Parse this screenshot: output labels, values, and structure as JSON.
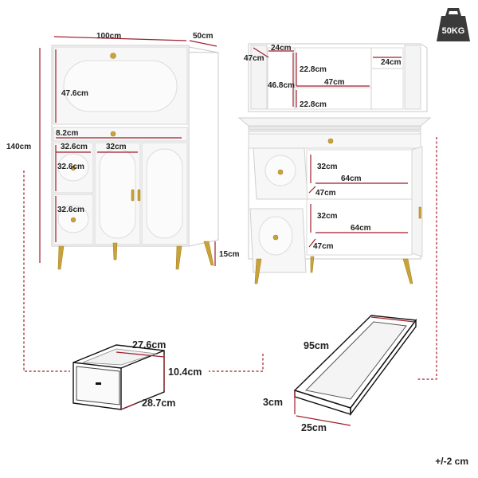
{
  "weight_badge": {
    "label": "50KG",
    "icon": "kettlebell-weight-icon"
  },
  "tolerance": "+/-2 cm",
  "cabinet_closed": {
    "width_label": "100cm",
    "depth_label": "50cm",
    "height_label": "140cm",
    "flap_height_label": "47.6cm",
    "drawer_gap_label": "8.2cm",
    "drawer_column_label": "32.6cm",
    "door_column_label": "32cm",
    "upper_drawer_label": "32.6cm",
    "lower_drawer_label": "32.6cm",
    "leg_height_label": "15cm"
  },
  "cabinet_open": {
    "upper_left_width": "24cm",
    "upper_right_width": "24cm",
    "upper_depth": "47cm",
    "upper_shelf_height_top": "22.8cm",
    "upper_side_height": "46.8cm",
    "upper_middle_width": "47cm",
    "upper_shelf_height_bottom": "22.8cm",
    "lower_shelf_height_top": "32cm",
    "lower_shelf_width_top": "64cm",
    "lower_shelf_depth_top": "47cm",
    "lower_shelf_height_bottom": "32cm",
    "lower_shelf_width_bottom": "64cm",
    "lower_shelf_depth_bottom": "47cm"
  },
  "drawer_detail": {
    "width_label": "27.6cm",
    "height_label": "10.4cm",
    "depth_label": "28.7cm"
  },
  "tray_detail": {
    "length_label": "95cm",
    "height_label": "3cm",
    "width_label": "25cm"
  }
}
